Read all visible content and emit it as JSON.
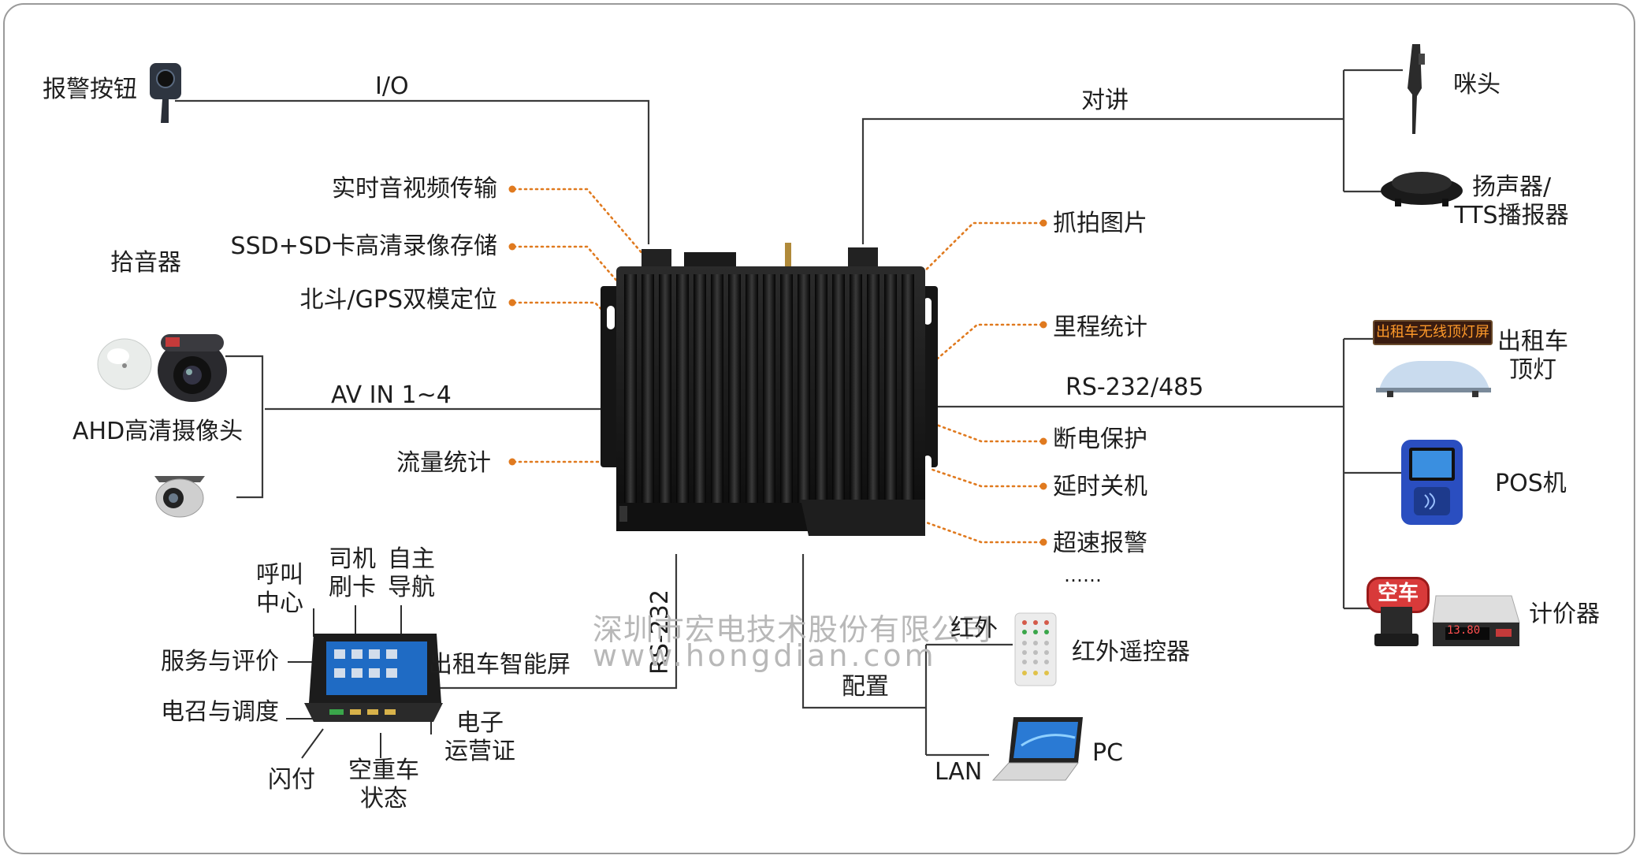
{
  "labels": {
    "alarm_button": "报警按钮",
    "io": "I/O",
    "mic_pickup": "拾音器",
    "ahd_camera": "AHD高清摄像头",
    "av_in": "AV IN  1~4",
    "intercom": "对讲",
    "microphone": "咪头",
    "speaker": "扬声器/\nTTS播报器",
    "rs232_485": "RS-232/485",
    "taxi_top_light": "出租车\n顶灯",
    "pos": "POS机",
    "taximeter": "计价器",
    "rs232": "RS-232",
    "config": "配置",
    "infrared": "红外",
    "ir_remote": "红外遥控器",
    "lan": "LAN",
    "pc": "PC",
    "smart_screen": "出租车智能屏",
    "call_center": "呼叫\n中心",
    "driver_card": "司机\n刷卡",
    "self_nav": "自主\n导航",
    "service_eval": "服务与评价",
    "dispatch": "电召与调度",
    "e_permit": "电子\n运营证",
    "flash_pay": "闪付",
    "vacancy_state": "空重车\n状态",
    "led_sign": "出租车无线顶灯屏",
    "taxi_vacant": "空车",
    "meter_reading": "13.80"
  },
  "features_left": [
    "实时音视频传输",
    "SSD+SD卡高清录像存储",
    "北斗/GPS双模定位",
    "流量统计"
  ],
  "features_right": [
    "抓拍图片",
    "里程统计",
    "断电保护",
    "延时关机",
    "超速报警",
    "……"
  ],
  "watermark": {
    "line1": "深圳市宏电技术股份有限公司",
    "line2": "www.hongdian.com"
  },
  "colors": {
    "line": "#3a3a3a",
    "dotted": "#e07a1f",
    "device_body": "#161616",
    "frame": "#9a9a9a"
  }
}
